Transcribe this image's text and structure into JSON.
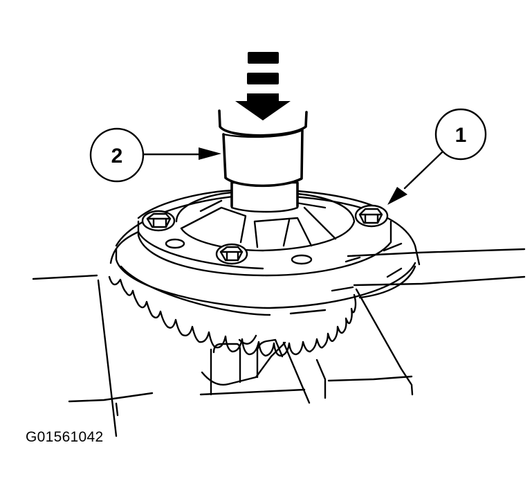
{
  "figure": {
    "subject": "ring gear installation with press tool",
    "callouts": [
      {
        "number": "1",
        "target": "ring-gear-bolt"
      },
      {
        "number": "2",
        "target": "press-tool"
      }
    ],
    "press_direction": "down",
    "figure_code": "G01561042",
    "colors": {
      "line": "#000000",
      "background": "#ffffff"
    }
  }
}
